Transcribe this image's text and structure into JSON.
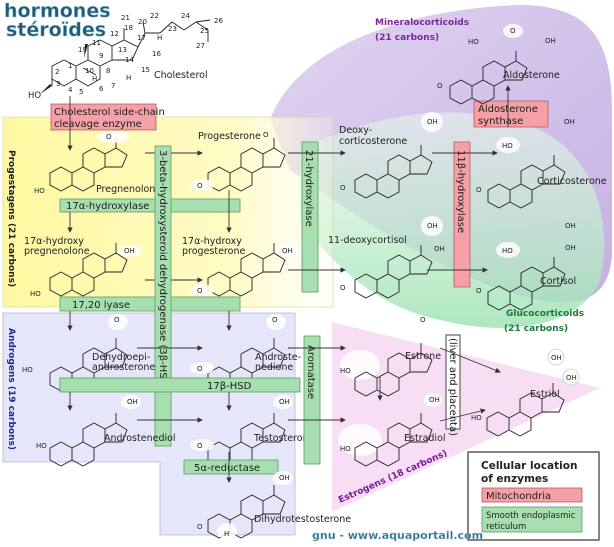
{
  "title": {
    "line1": "hormones",
    "line2": "stéroïdes"
  },
  "watermark": "gnu - www.aquaportail.com",
  "groups": {
    "mineralocorticoids": {
      "name": "Mineralocorticoids",
      "carbons": "(21 carbons)",
      "color": "#7a2a9a"
    },
    "glucocorticoids": {
      "name": "Glucocorticoids",
      "carbons": "(21 carbons)",
      "color": "#1f7a3a"
    },
    "progestagens": {
      "name": "Progestagens (21 carbons)",
      "color": "#222222"
    },
    "androgens": {
      "name": "Androgens (19 carbons)",
      "color": "#1e2a9a"
    },
    "estrogens": {
      "name": "Estrogens (18 carbons)",
      "color": "#7a1a9a"
    }
  },
  "region_colors": {
    "progestagens": "#fffaa8",
    "androgens": "#e4e4fa",
    "mineralocorticoids": "#c9b4e6",
    "glucocorticoids": "#b8ecc6",
    "estrogens": "#f6d8f4",
    "mitochondria": "#f4a0a6",
    "smooth_er": "#a8dfb0"
  },
  "cholesterol": {
    "name": "Cholesterol",
    "ho": "HO",
    "h": "H",
    "carbon_numbers": [
      "1",
      "2",
      "3",
      "4",
      "5",
      "6",
      "7",
      "8",
      "9",
      "10",
      "11",
      "12",
      "13",
      "14",
      "15",
      "16",
      "17",
      "18",
      "19",
      "20",
      "21",
      "22",
      "23",
      "24",
      "25",
      "26",
      "27"
    ]
  },
  "compounds": {
    "pregnenolone": "Pregnenolone",
    "progesterone": "Progesterone",
    "hydroxy_pregnenolone": [
      "17α-hydroxy",
      "pregnenolone"
    ],
    "hydroxy_progesterone": [
      "17α-hydroxy",
      "progesterone"
    ],
    "deoxycorticosterone": [
      "Deoxy-",
      "corticosterone"
    ],
    "deoxycortisol": "11-deoxycortisol",
    "corticosterone": "Corticosterone",
    "cortisol": "Cortisol",
    "aldosterone": "Aldosterone",
    "dhea": [
      "Dehydroepi-",
      "androsterone"
    ],
    "androstenedione": [
      "Androste-",
      "nedione"
    ],
    "androstenediol": "Androstenediol",
    "testosterone": "Testosterone",
    "dihydrotestosterone": "Dihydrotestosterone",
    "estrone": "Estrone",
    "estradiol": "Estradiol",
    "estriol": "Estriol"
  },
  "atoms": {
    "ho": "HO",
    "o": "O",
    "oh": "OH",
    "h": "H"
  },
  "enzymes": {
    "side_chain": [
      "Cholesterol side-chain",
      "cleavage enzyme"
    ],
    "hydroxylase17": "17α-hydroxylase",
    "lyase": "17,20 lyase",
    "hsd3b": "3-beta-hydroxysteroid dehydrogenase (3β-HSD)",
    "hydroxylase21": "21-hydroxylase",
    "hydroxylase11b": "11β-hydroxylase",
    "aldosterone_synthase": [
      "Aldosterone",
      "synthase"
    ],
    "hsd17b": "17β-HSD",
    "aromatase": "Aromatase",
    "reductase5a": "5α-reductase",
    "liver_placenta": "(liver and placenta)"
  },
  "legend": {
    "title": [
      "Cellular location",
      "of enzymes"
    ],
    "items": [
      {
        "label": "Mitochondria",
        "color": "#f4a0a6"
      },
      {
        "label": [
          "Smooth endoplasmic",
          "reticulum"
        ],
        "color": "#a8dfb0"
      }
    ]
  }
}
